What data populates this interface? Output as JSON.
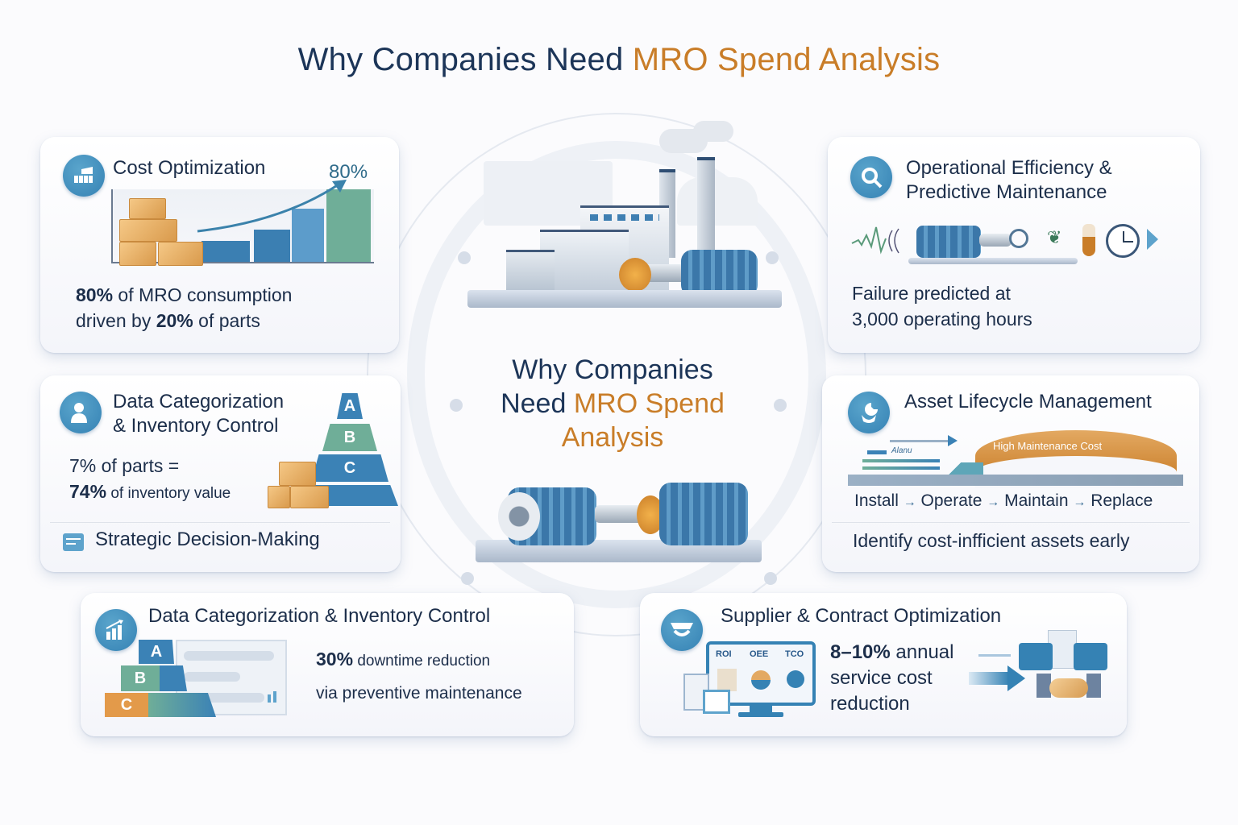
{
  "title": {
    "prefix": "Why Companies Need ",
    "accent": "MRO Spend Analysis"
  },
  "center": {
    "line1": "Why Companies",
    "line2_prefix": "Need ",
    "line2_accent": "MRO Spend",
    "line3_accent": "Analysis"
  },
  "colors": {
    "navy": "#1c3558",
    "accent_orange": "#c97d28",
    "icon_blue": "#3582b4",
    "teal_green": "#6fae98"
  },
  "cards": {
    "cost": {
      "title": "Cost Optimization",
      "icon": "chart-truck-icon",
      "chart_label": "80%",
      "stat1_bold": "80%",
      "stat1_rest": " of MRO consumption",
      "stat2_pre": "driven by ",
      "stat2_bold": "20%",
      "stat2_rest": " of parts"
    },
    "ops": {
      "title_line1": "Operational Efficiency &",
      "title_line2": "Predictive Maintenance",
      "icon": "magnifier-icon",
      "stat_line1": "Failure predicted at",
      "stat_line2": "3,000 operating hours"
    },
    "data_cat": {
      "title_line1": "Data Categorization",
      "title_line2": "& Inventory Control",
      "icon": "person-icon",
      "pyramid": [
        "A",
        "B",
        "C"
      ],
      "stat1": "7% of parts =",
      "stat2_bold": "74%",
      "stat2_rest": " of inventory value",
      "footer": "Strategic Decision-Making"
    },
    "asset": {
      "title": "Asset Lifecycle Management",
      "icon": "wrench-icon",
      "arc_label": "High Maintenance Cost",
      "bar_label": "Alanu",
      "steps": [
        "Install",
        "Operate",
        "Maintain",
        "Replace"
      ],
      "arrow": "→",
      "footer": "Identify cost-infficient assets early"
    },
    "data_cat2": {
      "title": "Data Categorization & Inventory Control",
      "icon": "bar-growth-icon",
      "tiers": [
        "A",
        "B",
        "C"
      ],
      "stat1_bold": "30%",
      "stat1_rest": " downtime reduction",
      "stat2": "via preventive maintenance"
    },
    "supplier": {
      "title": "Supplier & Contract Optimization",
      "icon": "handshake-icon",
      "monitor_labels": [
        "ROI",
        "OEE",
        "TCO"
      ],
      "stat1_bold": "8–10%",
      "stat1_rest": " annual",
      "stat2": "service cost",
      "stat3": "reduction"
    }
  }
}
